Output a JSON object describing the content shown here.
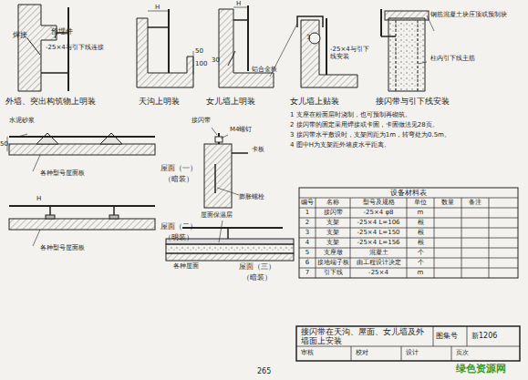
{
  "diagram": {
    "labels": [
      "焊接",
      "预埋件",
      "-25×4与引下线连接",
      "外墙、突出构筑物上明装",
      "H",
      "50",
      "100",
      "天沟上明装",
      "H",
      "30",
      "铝合金板",
      "女儿墙上明装",
      "3",
      "-25×4与引下线安装",
      "女儿墙上贴装",
      "钢筋混凝土块压顶或预制块",
      "柱内引下线主筋",
      "接闪带与引下线安装",
      "1 支座在粉面层时浇制，也可预制再砌筑。",
      "2 接闪带的固定采用焊接或卡固，卡固做法见28页。",
      "3 接闪带水平敷设时，支架间距为1m，转弯处为0.5m。",
      "4 图中H为支架距外墙皮水平距离。",
      "水泥砂浆",
      "各种型号屋面板",
      "屋面（一）",
      "（暗装）",
      "接闪带",
      "M4螺钉",
      "卡板",
      "膨胀螺栓",
      "各种型号屋面板",
      "屋面（二）",
      "（明装）",
      "屋面保温层",
      "各种屋面",
      "屋面（三）",
      "（暗装）",
      "50",
      "H",
      "接闪带在天沟、屋面、女儿墙及外墙面上安装",
      "图集号",
      "新1206",
      "审核",
      "校对",
      "设计",
      "页次",
      "265",
      "绿色资源网",
      "设备材料表",
      "编号",
      "名称",
      "型号及规格",
      "单位",
      "数量",
      "备注",
      "1",
      "接闪带",
      "-25×4 φ8",
      "m",
      "2",
      "支架",
      "-25×4 L=106",
      "根",
      "3",
      "支架",
      "-25×4 L=150",
      "根",
      "4",
      "支架",
      "-25×4 L=156",
      "根",
      "5",
      "支座墩",
      "混凝土",
      "个",
      "6",
      "接地端子板",
      "由工程设计决定",
      "个",
      "7",
      "引下线",
      "-25×4",
      "m"
    ]
  }
}
